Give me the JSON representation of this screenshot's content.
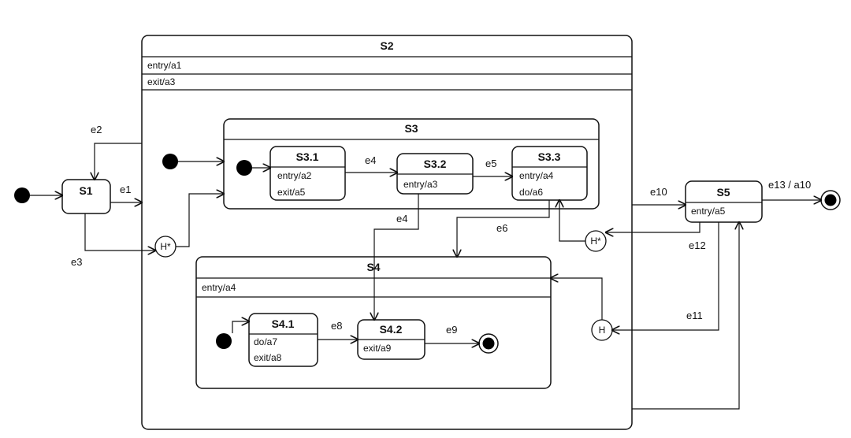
{
  "states": {
    "s1": {
      "name": "S1"
    },
    "s2": {
      "name": "S2",
      "actions": [
        "entry/a1",
        "exit/a3"
      ]
    },
    "s3": {
      "name": "S3"
    },
    "s31": {
      "name": "S3.1",
      "actions": [
        "entry/a2",
        "exit/a5"
      ]
    },
    "s32": {
      "name": "S3.2",
      "actions": [
        "entry/a3"
      ]
    },
    "s33": {
      "name": "S3.3",
      "actions": [
        "entry/a4",
        "do/a6"
      ]
    },
    "s4": {
      "name": "S4",
      "actions": [
        "entry/a4"
      ]
    },
    "s41": {
      "name": "S4.1",
      "actions": [
        "do/a7",
        "exit/a8"
      ]
    },
    "s42": {
      "name": "S4.2",
      "actions": [
        "exit/a9"
      ]
    },
    "s5": {
      "name": "S5",
      "actions": [
        "entry/a5"
      ]
    }
  },
  "history": {
    "deep_s3": "H*",
    "deep_s33": "H*",
    "shallow_s4": "H"
  },
  "transitions": {
    "e1": "e1",
    "e2": "e2",
    "e3": "e3",
    "e4_inner": "e4",
    "e4_out": "e4",
    "e5": "e5",
    "e6": "e6",
    "e8": "e8",
    "e9": "e9",
    "e10": "e10",
    "e11": "e11",
    "e12": "e12",
    "e13": "e13 / a10"
  }
}
